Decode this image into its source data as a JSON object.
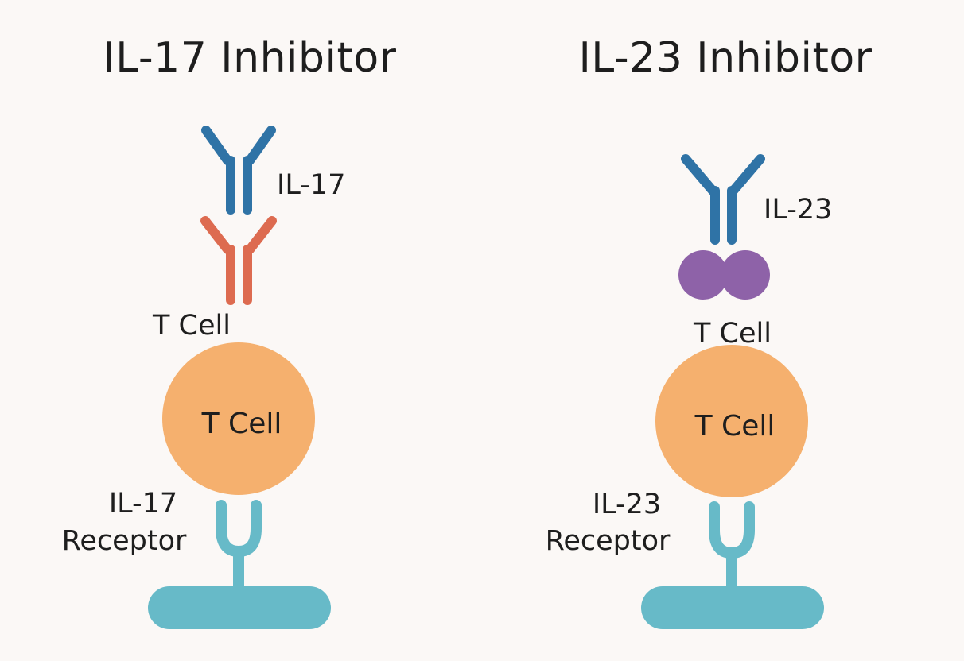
{
  "colors": {
    "background": "#fbf8f6",
    "text": "#1e1e1e",
    "il17_antibody": "#2f73a6",
    "il23_antibody": "#2f73a6",
    "t_cell_bound_antibody": "#dd6b50",
    "il23_subunits": "#8e62a8",
    "t_cell": "#f5b06e",
    "receptor": "#67bac8"
  },
  "panels": [
    {
      "title": "IL-17 Inhibitor",
      "cytokine_label": "IL-17",
      "upper_label": "T Cell",
      "cell_label": "T Cell",
      "receptor_label_line1": "IL-17",
      "receptor_label_line2": "Receptor",
      "icons": [
        "il17-antibody-icon",
        "t-cell-antibody-icon",
        "t-cell-icon",
        "il17-receptor-icon"
      ]
    },
    {
      "title": "IL-23 Inhibitor",
      "cytokine_label": "IL-23",
      "upper_label": "T Cell",
      "cell_label": "T Cell",
      "receptor_label_line1": "IL-23",
      "receptor_label_line2": "Receptor",
      "icons": [
        "il23-antibody-icon",
        "il23-subunit-icon",
        "t-cell-icon",
        "il23-receptor-icon"
      ]
    }
  ]
}
